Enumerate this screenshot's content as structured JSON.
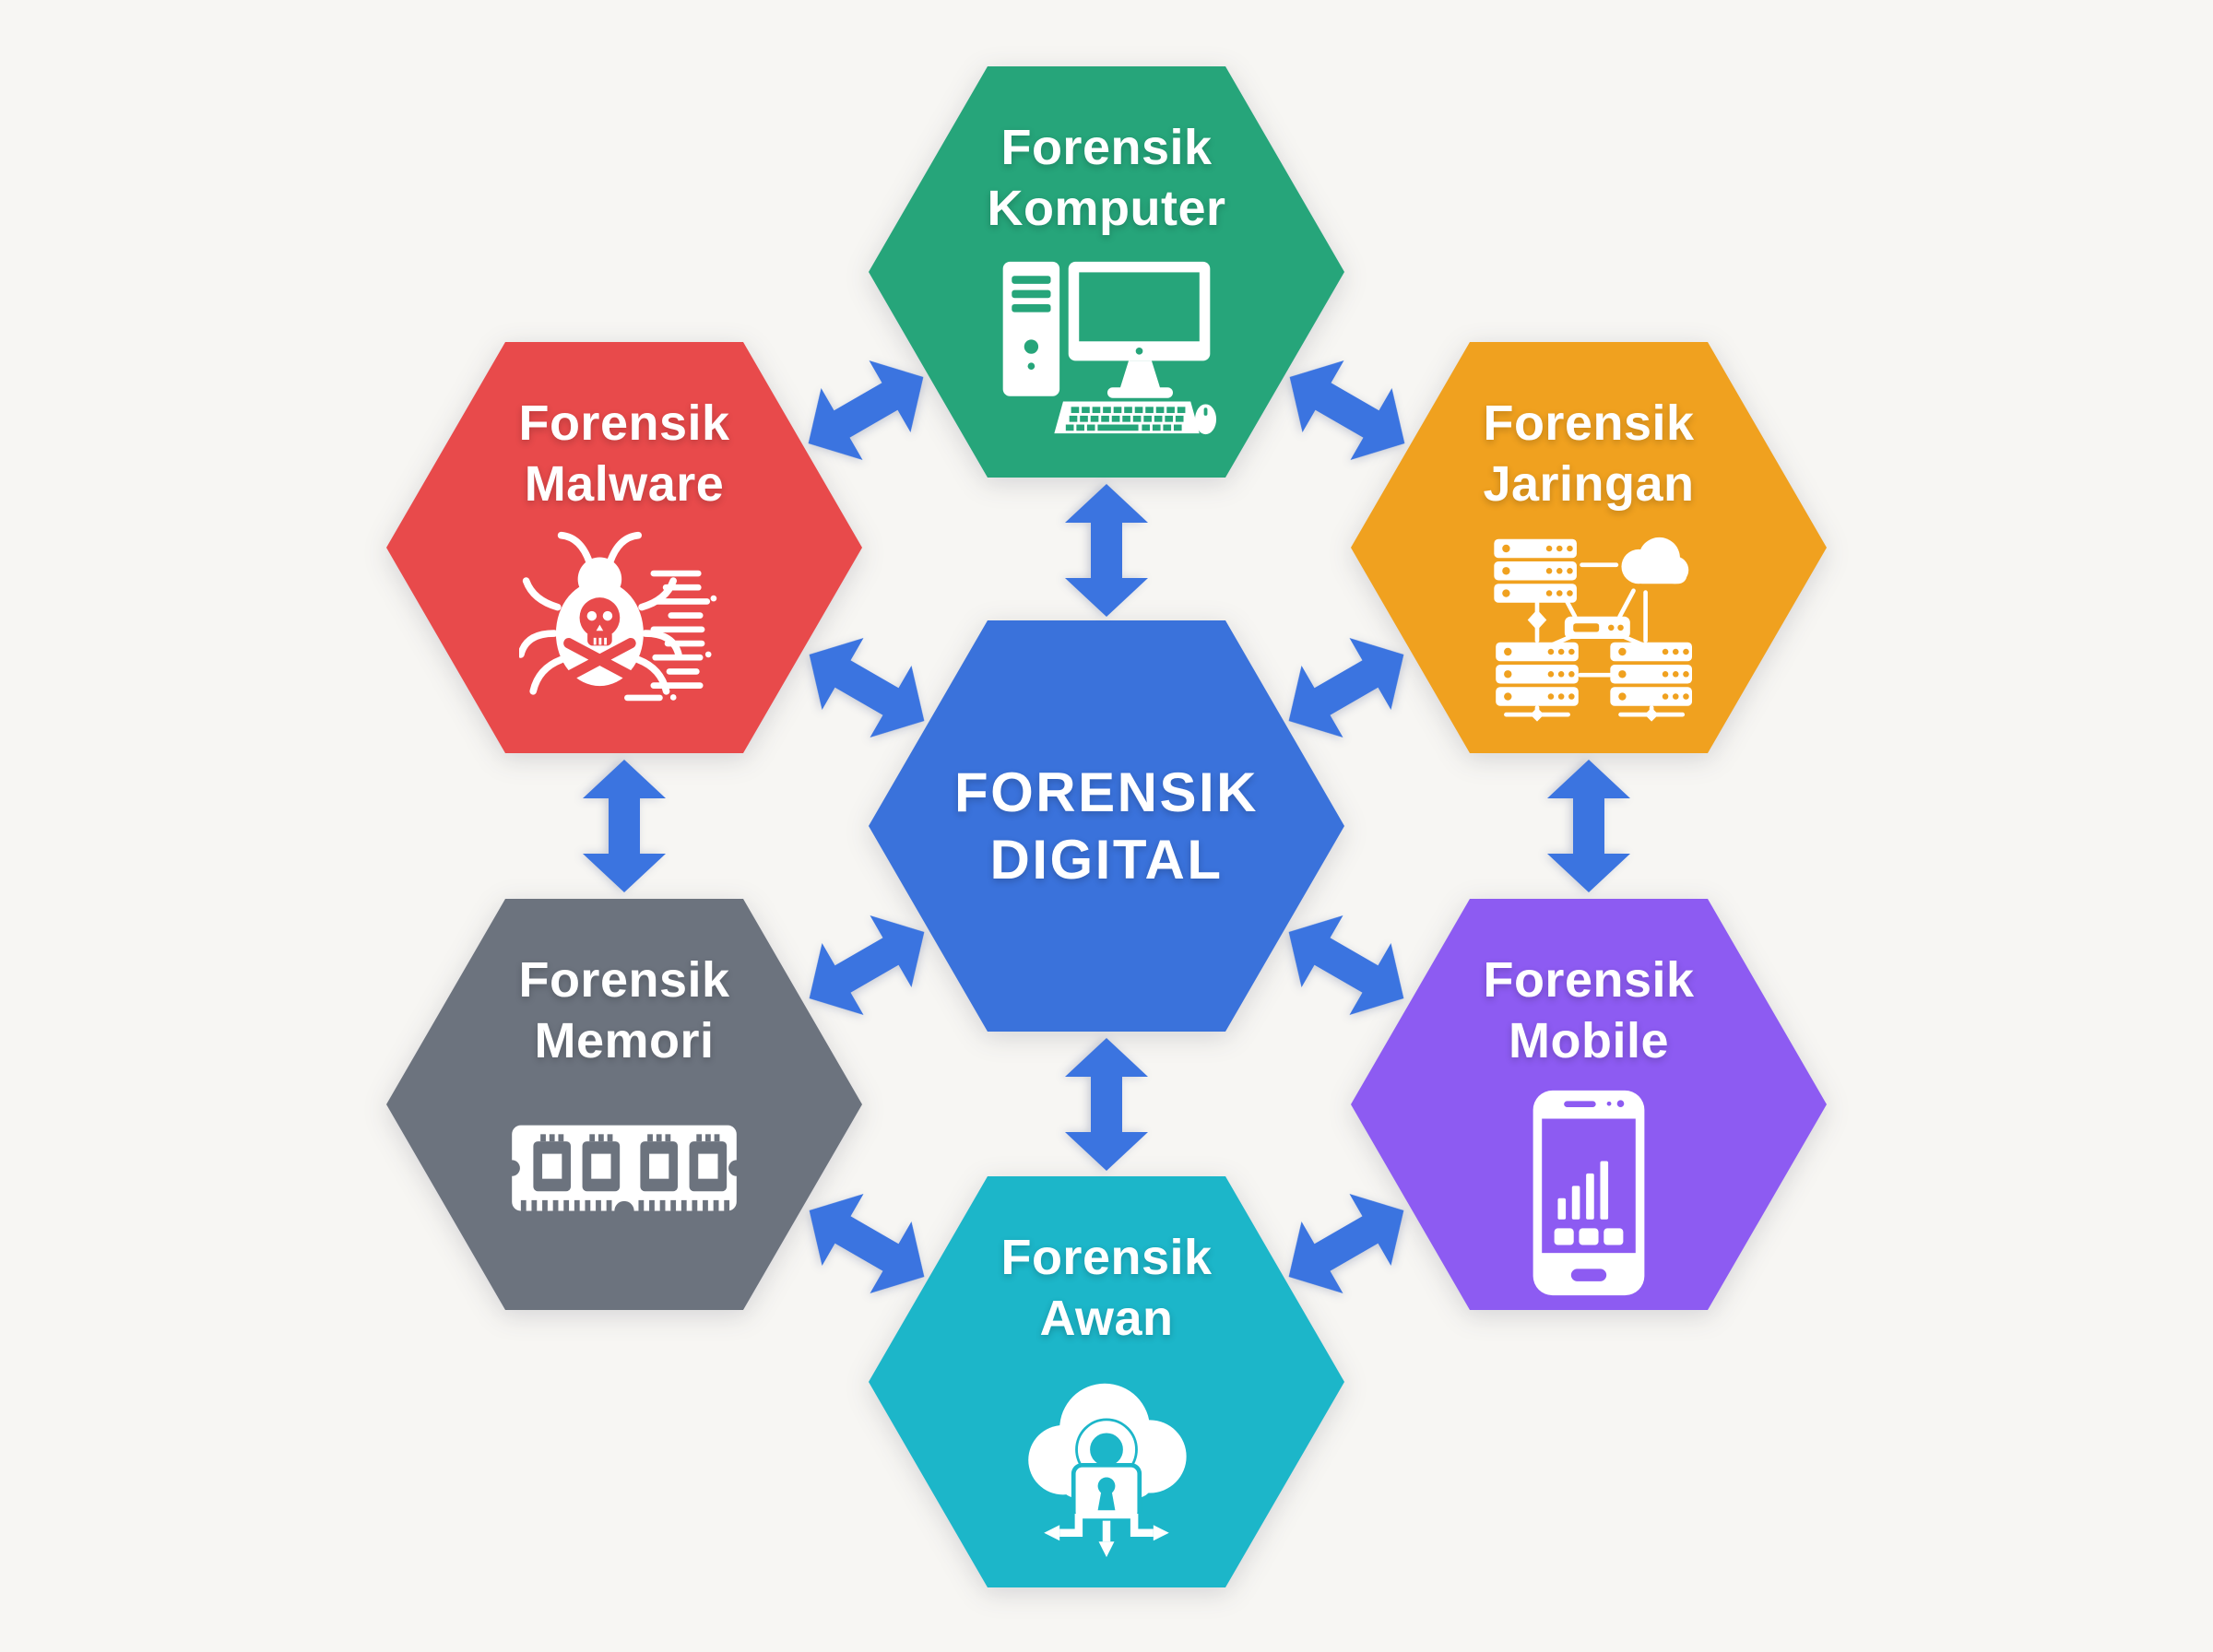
{
  "title": "Forensik Digital hexagon diagram",
  "colors": {
    "background": "#F7F6F3",
    "arrow": "#3B74E0",
    "text": "#FFFFFF"
  },
  "center": {
    "line1": "FORENSIK",
    "line2": "DIGITAL",
    "color": "#3A72DB"
  },
  "nodes": [
    {
      "line1": "Forensik",
      "line2": "Komputer",
      "color": "#26A57A",
      "icon": "computer-icon"
    },
    {
      "line1": "Forensik",
      "line2": "Jaringan",
      "color": "#F0A11F",
      "icon": "network-icon"
    },
    {
      "line1": "Forensik",
      "line2": "Mobile",
      "color": "#8D5BF2",
      "icon": "smartphone-icon"
    },
    {
      "line1": "Forensik",
      "line2": "Awan",
      "color": "#1CB6C9",
      "icon": "cloud-lock-icon"
    },
    {
      "line1": "Forensik",
      "line2": "Memori",
      "color": "#6C737E",
      "icon": "ram-icon"
    },
    {
      "line1": "Forensik",
      "line2": "Malware",
      "color": "#E84A4B",
      "icon": "bug-skull-icon"
    }
  ]
}
